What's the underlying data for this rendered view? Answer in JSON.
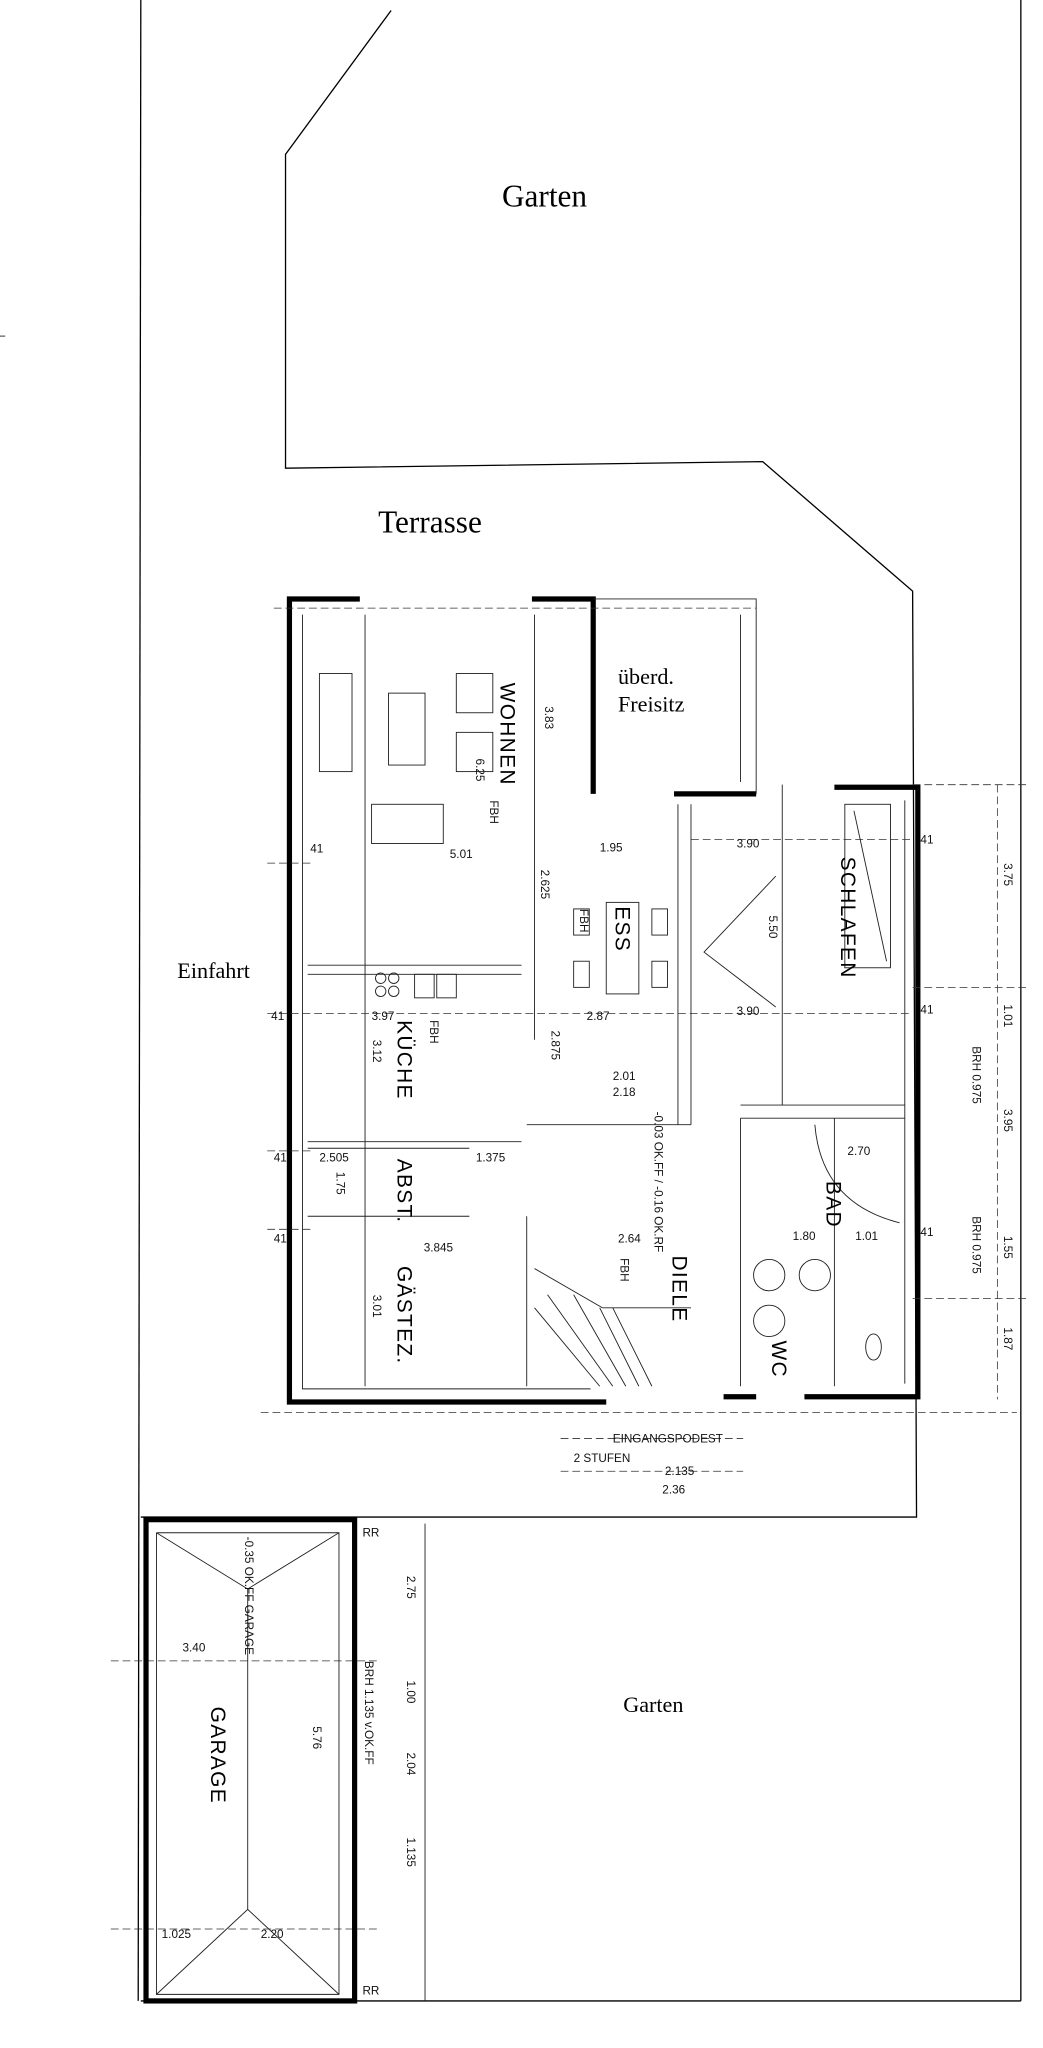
{
  "labels": {
    "garden_top": "Garten",
    "terrace": "Terrasse",
    "covered_seat_1": "überd.",
    "covered_seat_2": "Freisitz",
    "driveway": "Einfahrt",
    "garden_bottom": "Garten"
  },
  "rooms": {
    "wohnen": "WOHNEN",
    "ess": "ESS",
    "schlafen": "SCHLAFEN",
    "kueche": "KÜCHE",
    "abst": "ABST.",
    "gaestez": "GÄSTEZ.",
    "diele": "DIELE",
    "bad": "BAD",
    "wc": "WC",
    "garage": "GARAGE"
  },
  "dimensions": {
    "d501": "5.01",
    "d195": "1.95",
    "d390a": "3.90",
    "d397": "3.97",
    "d287": "2.87",
    "d390b": "3.90",
    "d201": "2.01",
    "d218": "2.18",
    "d625": "6.25",
    "d2625": "2.625",
    "d383": "3.83",
    "d550": "5.50",
    "d312": "3.12",
    "d2505": "2.505",
    "d1375": "1.375",
    "d3845": "3.845",
    "d301": "3.01",
    "d264": "2.64",
    "d180": "1.80",
    "d101": "1.01",
    "d270": "2.70",
    "d41a": "41",
    "d41b": "41",
    "d41c": "41",
    "d41d": "41",
    "d41e": "41",
    "d41f": "41",
    "d41g": "41",
    "d2875": "2.875",
    "d175": "1.75",
    "d340": "3.40",
    "d220": "2.20",
    "d1025": "1.025",
    "d576": "5.76",
    "d275": "2.75",
    "d100": "1.00",
    "d204": "2.04",
    "d1135": "1.135",
    "d2135": "2.135",
    "d236": "2.36",
    "d375": "3.75",
    "d101r": "1.01",
    "d395": "3.95",
    "d155": "1.55",
    "d187": "1.87",
    "brh1": "BRH 0.975",
    "brh2": "BRH 0.975",
    "brh3": "BRH 1.135 v.OK.FF",
    "fbh1": "FBH",
    "fbh2": "FBH",
    "fbh3": "FBH",
    "fbh4": "FBH",
    "level": "-0.03 OK.FF / -0.16 OK.RF",
    "garage_level": "-0.35 OK.FF GARAGE",
    "rr1": "RR",
    "rr2": "RR",
    "podest": "EINGANGSPODEST",
    "stufen": "2 STUFEN"
  },
  "colors": {
    "ink": "#000000",
    "paper": "#ffffff"
  }
}
